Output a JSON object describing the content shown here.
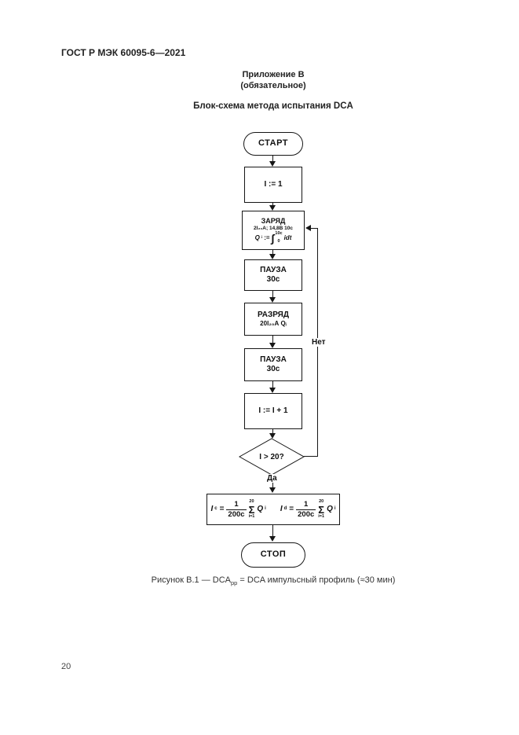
{
  "page": {
    "doc_number": "ГОСТ Р МЭК 60095-6—2021",
    "page_number": "20"
  },
  "annex": {
    "label": "Приложение В",
    "note": "(обязательное)",
    "title": "Блок-схема метода испытания DCA"
  },
  "flowchart": {
    "start_label": "СТАРТ",
    "init_label": "I := 1",
    "charge": {
      "title": "ЗАРЯД",
      "params": "2I₂₀А; 14,8В 10с",
      "formula": {
        "base": "Q",
        "sub": "i",
        "assign": ":=",
        "integral": "∫",
        "upper": "10с",
        "lower": "0",
        "integrand": "idt"
      }
    },
    "pause1": {
      "title": "ПАУЗА",
      "duration": "30с"
    },
    "discharge": {
      "title": "РАЗРЯД",
      "params": "20I₂₀А Qᵢ"
    },
    "pause2": {
      "title": "ПАУЗА",
      "duration": "30с"
    },
    "increment_label": "I := I + 1",
    "decision": {
      "condition": "I > 20?",
      "yes": "Да",
      "no": "Нет"
    },
    "result": {
      "ic": {
        "base": "I",
        "sub": "c",
        "eq": "=",
        "numerator": "1",
        "denominator": "200с",
        "sigma": "Σ",
        "upper": "20",
        "lower": "i=1",
        "term_base": "Q",
        "term_sub": "i"
      },
      "id": {
        "base": "I",
        "sub": "d",
        "eq": "=",
        "numerator": "1",
        "denominator": "200с",
        "sigma": "Σ",
        "upper": "20",
        "lower": "i=1",
        "term_base": "Q",
        "term_sub": "i"
      }
    },
    "stop_label": "СТОП"
  },
  "caption": {
    "prefix": "Рисунок В.1 — DCA",
    "sub": "pp",
    "suffix": " = DCA импульсный профиль (≈30 мин)"
  }
}
